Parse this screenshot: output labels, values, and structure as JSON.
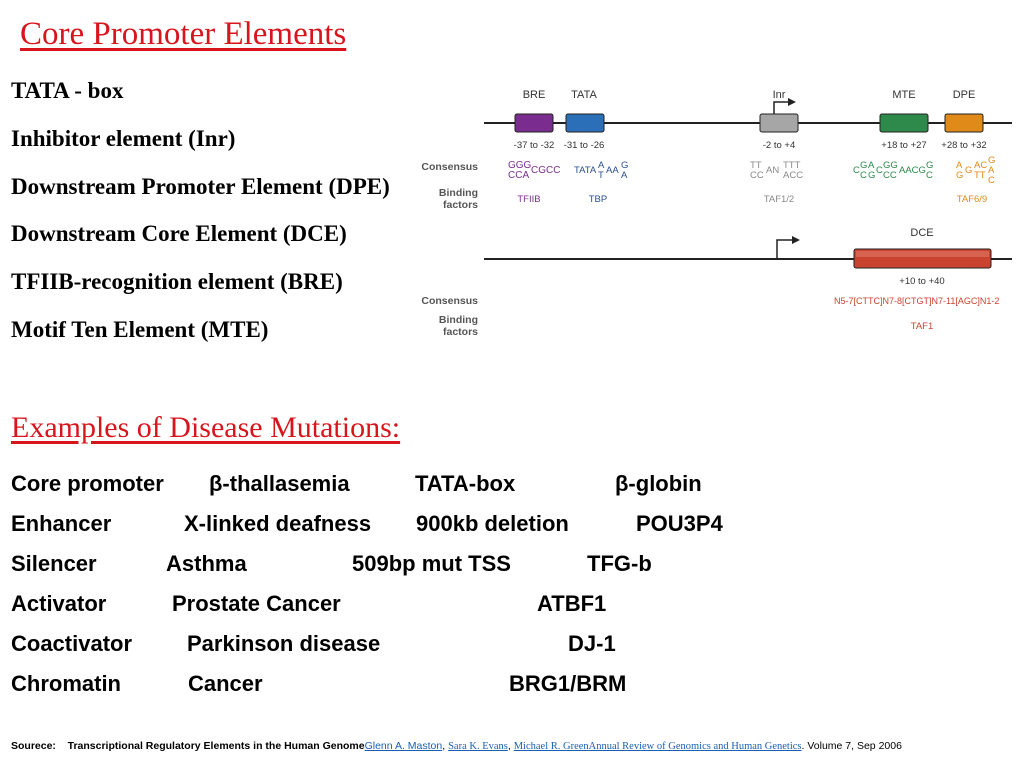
{
  "title": "Core Promoter Elements",
  "elements": [
    "TATA - box",
    "Inhibitor element (Inr)",
    "Downstream Promoter Element (DPE)",
    "Downstream Core Element (DCE)",
    "TFIIB-recognition element (BRE)",
    "Motif Ten Element (MTE)"
  ],
  "diagram": {
    "row_labels": {
      "consensus": "Consensus",
      "binding_1": "Binding",
      "binding_2": "factors"
    },
    "top_track": [
      {
        "name": "BRE",
        "position": "-37 to -32",
        "color": "#7b2d8f",
        "factor": "TFIIB",
        "factor_color": "#7b2d8f"
      },
      {
        "name": "TATA",
        "position": "-31 to -26",
        "color": "#2a6fb8",
        "factor": "TBP",
        "factor_color": "#2a4f8f"
      },
      {
        "name": "Inr",
        "position": "-2 to +4",
        "color": "#a6a6a6",
        "factor": "TAF1/2",
        "factor_color": "#8a8a8a"
      },
      {
        "name": "MTE",
        "position": "+18 to +27",
        "color": "#2d8a4a",
        "factor": "",
        "factor_color": "#2d8a4a"
      },
      {
        "name": "DPE",
        "position": "+28 to +32",
        "color": "#e08a1a",
        "factor": "TAF6/9",
        "factor_color": "#e08a1a"
      }
    ],
    "consensus": {
      "bre": {
        "a": "GGG",
        "b": "CCA",
        "c": "CGCC",
        "color": "#7b2d8f"
      },
      "tata": {
        "a": "TATA",
        "b": "A",
        "c": "T",
        "d": "AA",
        "e": "G",
        "f": "A",
        "color": "#2a4f8f"
      },
      "inr": {
        "a": "TT",
        "b": "CC",
        "c": "AN",
        "d": "TTT",
        "e": "ACC",
        "color": "#8a8a8a"
      },
      "mte": {
        "a": "C",
        "b": "G",
        "c": "C",
        "d": "A",
        "e": "G",
        "f": "C",
        "g": "GG",
        "h": "CC",
        "i": "AACG",
        "j": "G",
        "k": "C",
        "color": "#2d8a4a"
      },
      "dpe": {
        "a": "A",
        "b": "G",
        "c": "G",
        "d": "AC",
        "e": "TT",
        "f": "G",
        "g": "A",
        "h": "C",
        "color": "#e08a1a"
      }
    },
    "bottom_track": {
      "name": "DCE",
      "position": "+10 to +40",
      "color": "#c9432f",
      "consensus": "N5-7[CTTC]N7-8[CTGT]N7-11[AGC]N1-2",
      "factor": "TAF1",
      "factor_color": "#c9432f"
    }
  },
  "examples_title": "Examples of Disease Mutations:",
  "mutations": [
    {
      "type": "Core promoter",
      "disease": "β-thallasemia",
      "mutation": "TATA-box",
      "gene": "β-globin"
    },
    {
      "type": "Enhancer",
      "disease": "X-linked deafness",
      "mutation": "900kb deletion",
      "gene": "POU3P4"
    },
    {
      "type": "Silencer",
      "disease": "Asthma",
      "mutation": "509bp mut TSS",
      "gene": "TFG-b"
    },
    {
      "type": "Activator",
      "disease": "Prostate Cancer",
      "mutation": "",
      "gene": "ATBF1"
    },
    {
      "type": "Coactivator",
      "disease": "Parkinson disease",
      "mutation": "",
      "gene": "DJ-1"
    },
    {
      "type": "Chromatin",
      "disease": "Cancer",
      "mutation": "",
      "gene": "BRG1/BRM"
    }
  ],
  "source": {
    "label": "Sourece:",
    "title": "Transcriptional Regulatory Elements in the Human Genome",
    "author1": "Glenn A. Maston",
    "sep1": ", ",
    "author2": "Sara K. Evans",
    "sep2": ", ",
    "author3": "Michael R. Green",
    "journal": "Annual Review of Genomics and Human Genetics",
    "tail": ". Volume 7, Sep 2006"
  }
}
